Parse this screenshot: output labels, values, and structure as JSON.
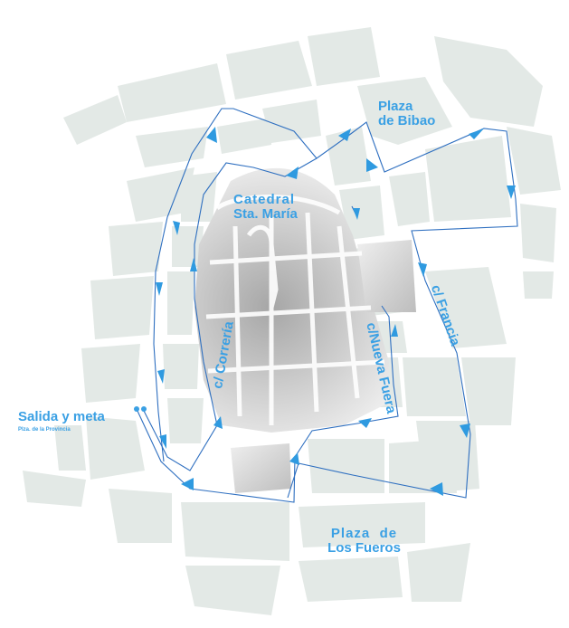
{
  "labels": {
    "plaza_bibao_1": "Plaza",
    "plaza_bibao_2": "de Bibao",
    "catedral_1": "Catedral",
    "catedral_2": "Sta. María",
    "francia": "c/ Francia",
    "nueva_fuera": "c/Nueva Fuera",
    "correria": "c/ Correría",
    "salida": "Salida y meta",
    "salida_sub": "Plza. de la Provincia",
    "fueros_1": "Plaza  de",
    "fueros_2": "Los Fueros"
  },
  "colors": {
    "route": "#2e6fc0",
    "arrow": "#2f9ae0",
    "label": "#3aa0e4",
    "block": "#e3e9e6",
    "old_town_light": "#e6e6e6",
    "old_town_dark": "#a9a9a9"
  }
}
